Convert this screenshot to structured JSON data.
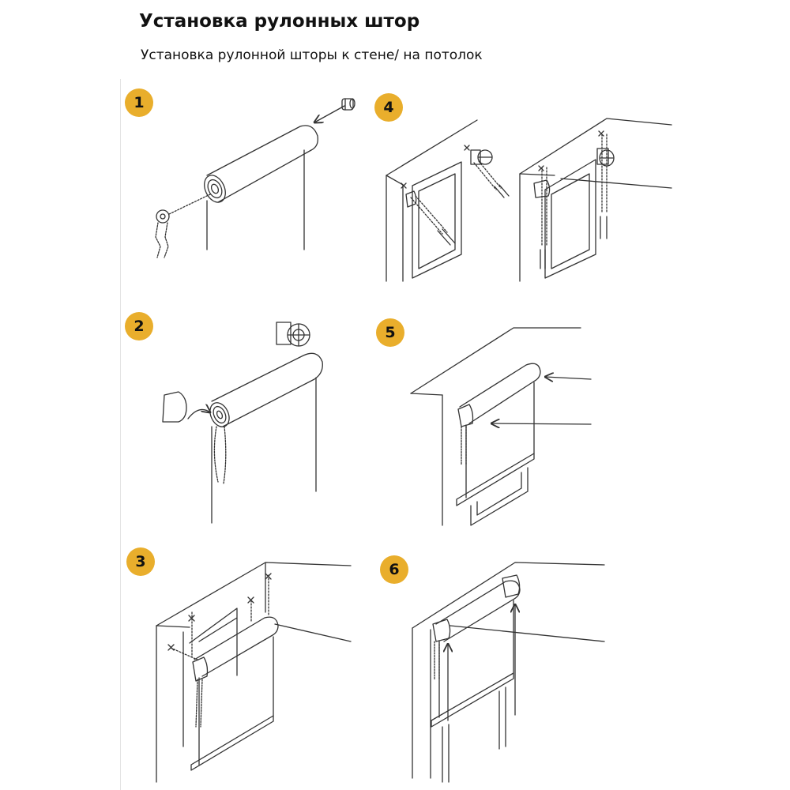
{
  "title": "Установка рулонных штор",
  "subtitle": "Установка рулонной шторы к стене/ на потолок",
  "steps": [
    {
      "number": "1"
    },
    {
      "number": "2"
    },
    {
      "number": "3"
    },
    {
      "number": "4"
    },
    {
      "number": "5"
    },
    {
      "number": "6"
    }
  ],
  "colors": {
    "badge": "#e9ae2c",
    "line": "#333333",
    "text": "#111111"
  }
}
